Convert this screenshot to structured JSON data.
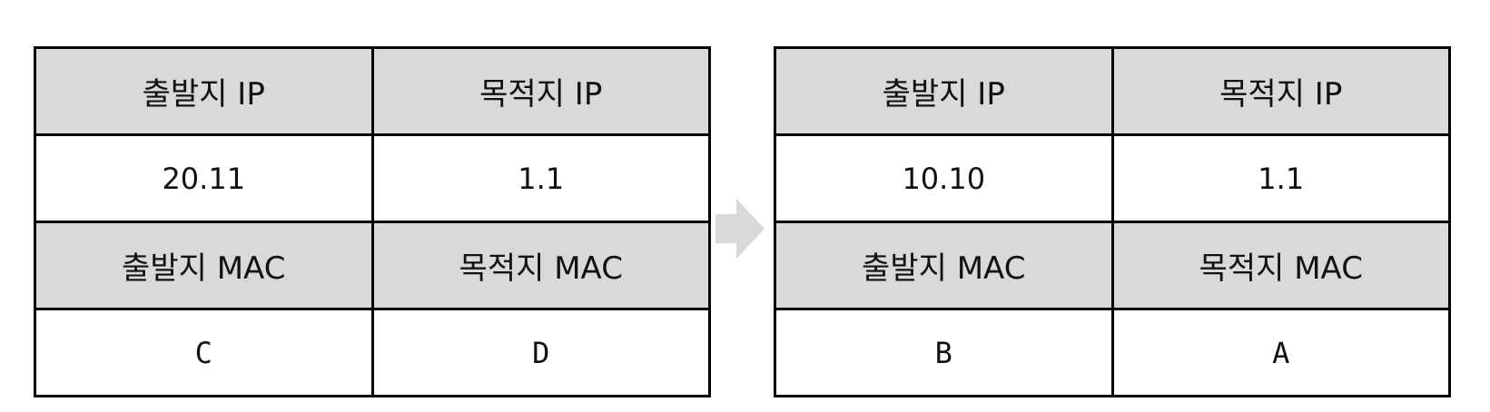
{
  "left_table": {
    "src_ip_label": "출발지 IP",
    "dst_ip_label": "목적지 IP",
    "src_ip": "20.11",
    "dst_ip": "1.1",
    "src_mac_label": "출발지 MAC",
    "dst_mac_label": "목적지 MAC",
    "src_mac": "C",
    "dst_mac": "D"
  },
  "right_table": {
    "src_ip_label": "출발지 IP",
    "dst_ip_label": "목적지 IP",
    "src_ip": "10.10",
    "dst_ip": "1.1",
    "src_mac_label": "출발지 MAC",
    "dst_mac_label": "목적지 MAC",
    "src_mac": "B",
    "dst_mac": "A"
  },
  "colors": {
    "header_bg": "#d9d9d9",
    "changed_text": "#e8382e",
    "arrow": "#d9d9d9"
  },
  "icons": {
    "transition": "right-arrow-icon"
  }
}
